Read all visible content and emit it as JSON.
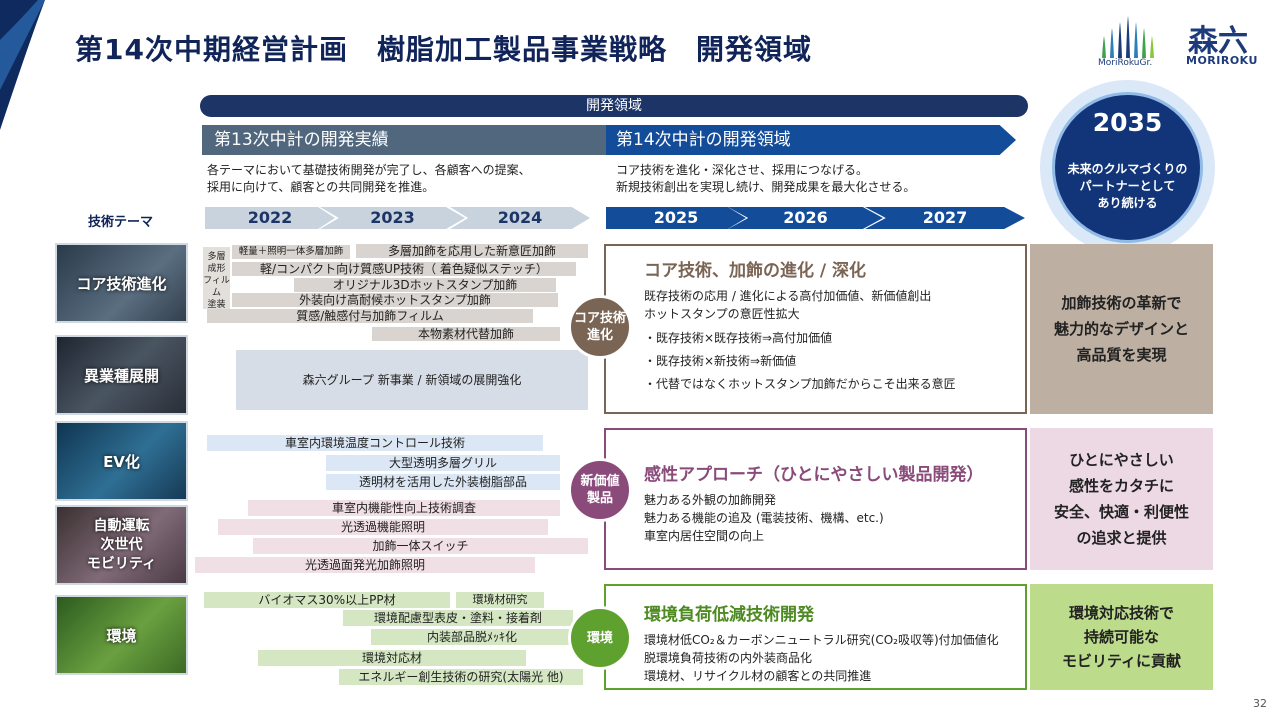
{
  "title": "第14次中期経営計画　樹脂加工製品事業戦略　開発領域",
  "logo": {
    "group": "MoriRokuGr.",
    "kanji": "森六",
    "roman": "MORIROKU"
  },
  "dev_bar": "開発領域",
  "phase13": {
    "label": "第13次中計の開発実績",
    "desc": [
      "各テーマにおいて基礎技術開発が完了し、各顧客への提案、",
      "採用に向けて、顧客との共同開発を推進。"
    ]
  },
  "phase14": {
    "label": "第14次中計の開発領域",
    "desc": [
      "コア技術を進化・深化させ、採用につなげる。",
      "新規技術創出を実現し続け、開発成果を最大化させる。"
    ]
  },
  "vision": {
    "year": "2035",
    "text": [
      "未来のクルマづくりの",
      "パートナーとして",
      "あり続ける"
    ]
  },
  "theme_label": "技術テーマ",
  "years": [
    "2022",
    "2023",
    "2024",
    "2025",
    "2026",
    "2027"
  ],
  "themes": [
    "コア技術進化",
    "異業種展開",
    "EV化",
    "自動運転\n次世代\nモビリティ",
    "環境"
  ],
  "small_box": "多層\n成形\nフィルム\n塗装",
  "gray_items": [
    "軽量＋照明一体多層加飾",
    "多層加飾を応用した新意匠加飾",
    "軽/コンパクト向け質感UP技術（ 着色疑似ステッチ）",
    "オリジナル3Dホットスタンプ加飾",
    "外装向け高耐候ホットスタンプ加飾",
    "質感/触感付与加飾フィルム",
    "本物素材代替加飾"
  ],
  "gray_panel": "森六グループ 新事業 / 新領域の展開強化",
  "blue_items": [
    "車室内環境温度コントロール技術",
    "大型透明多層グリル",
    "透明材を活用した外装樹脂部品"
  ],
  "pink_items": [
    "車室内機能性向上技術調査",
    "光透過機能照明",
    "加飾一体スイッチ",
    "光透過面発光加飾照明"
  ],
  "green_items": [
    "バイオマス30%以上PP材",
    "環境材研究",
    "環境配慮型表皮・塗料・接着剤",
    "内装部品脱ﾒｯｷ化",
    "環境対応材",
    "エネルギー創生技術の研究(太陽光 他)"
  ],
  "circles": [
    "コア技術\n進化",
    "新価値\n製品",
    "環境"
  ],
  "core": {
    "title": "コア技術、加飾の進化 / 深化",
    "lines": [
      "既存技術の応用 / 進化による高付加価値、新価値創出",
      "ホットスタンプの意匠性拡大",
      "・既存技術×既存技術⇒高付加価値",
      "・既存技術×新技術⇒新価値",
      "・代替ではなくホットスタンプ加飾だからこそ出来る意匠"
    ]
  },
  "kansei": {
    "title": "感性アプローチ（ひとにやさしい製品開発）",
    "lines": [
      "魅力ある外観の加飾開発",
      "魅力ある機能の追及 (電装技術、機構、etc.)",
      "車室内居住空間の向上"
    ]
  },
  "env": {
    "title": "環境負荷低減技術開発",
    "lines": [
      "環境材低CO₂＆カーボンニュートラル研究(CO₂吸収等)付加価値化",
      "脱環境負荷技術の内外装商品化",
      "環境材、リサイクル材の顧客との共同推進"
    ]
  },
  "right_boxes": [
    "加飾技術の革新で\n魅力的なデザインと\n高品質を実現",
    "ひとにやさしい\n感性をカタチに\n安全、快適・利便性\nの追求と提供",
    "環境対応技術で\n持続可能な\nモビリティに貢献"
  ],
  "page": "32",
  "colors": {
    "navy": "#1d3467",
    "blue": "#134d9a",
    "brown": "#7a6453",
    "purple": "#8a4a7a",
    "green": "#5fa12e"
  }
}
